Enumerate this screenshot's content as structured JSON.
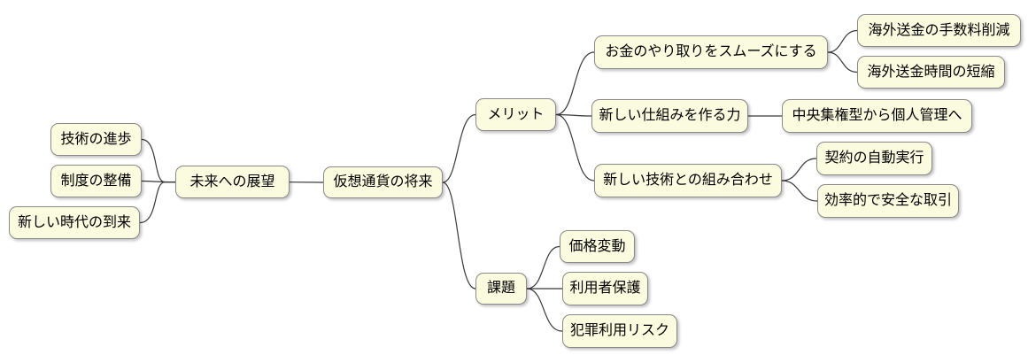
{
  "mindmap": {
    "root": {
      "label": "仮想通貨の将来",
      "left_children": [
        {
          "label": "未来への展望",
          "children": [
            {
              "label": "技術の進歩"
            },
            {
              "label": "制度の整備"
            },
            {
              "label": "新しい時代の到来"
            }
          ]
        }
      ],
      "right_children": [
        {
          "label": "メリット",
          "children": [
            {
              "label": "お金のやり取りをスムーズにする",
              "children": [
                {
                  "label": "海外送金の手数料削減"
                },
                {
                  "label": "海外送金時間の短縮"
                }
              ]
            },
            {
              "label": "新しい仕組みを作る力",
              "children": [
                {
                  "label": "中央集権型から個人管理へ"
                }
              ]
            },
            {
              "label": "新しい技術との組み合わせ",
              "children": [
                {
                  "label": "契約の自動実行"
                },
                {
                  "label": "効率的で安全な取引"
                }
              ]
            }
          ]
        },
        {
          "label": "課題",
          "children": [
            {
              "label": "価格変動"
            },
            {
              "label": "利用者保護"
            },
            {
              "label": "犯罪利用リスク"
            }
          ]
        }
      ]
    }
  },
  "colors": {
    "background": "#ffffff",
    "node_fill": "#fbfbe0",
    "node_border": "#8a8a8a",
    "connector": "#383838",
    "text": "#000000"
  }
}
